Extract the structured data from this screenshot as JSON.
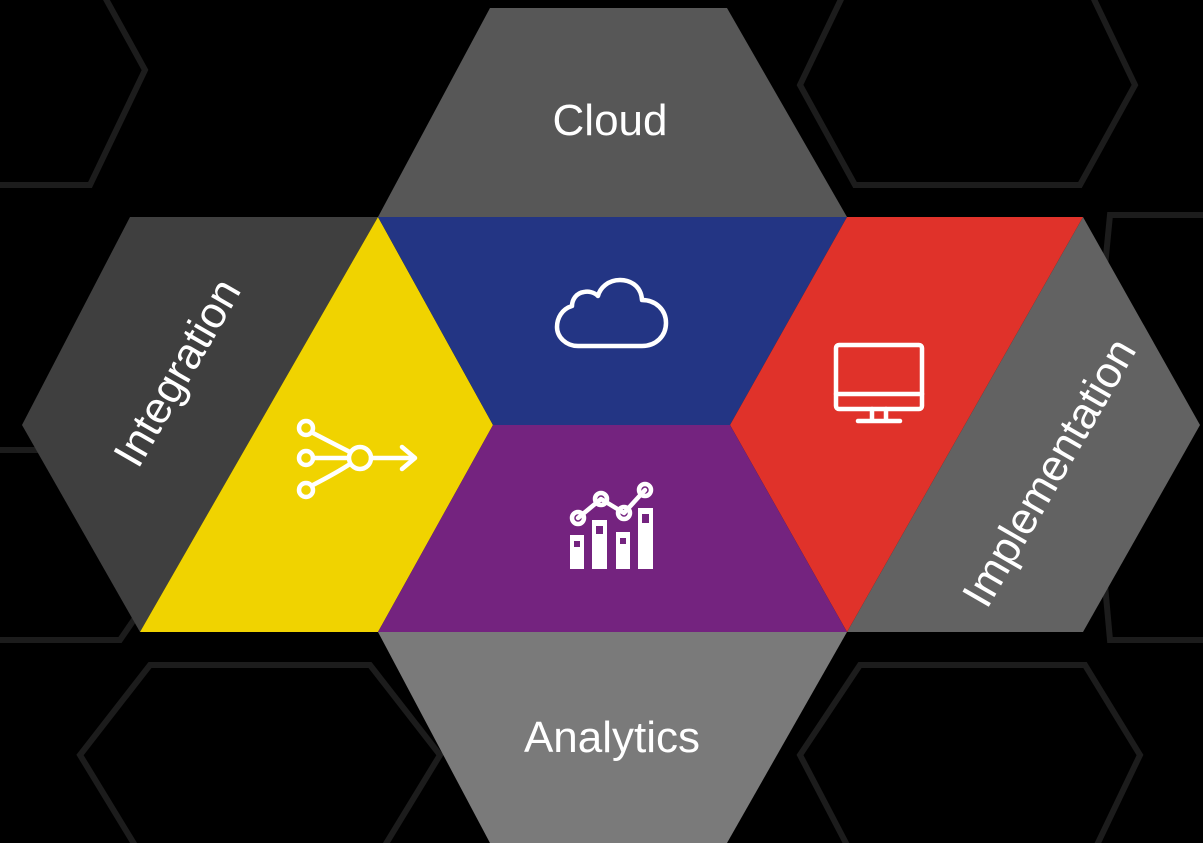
{
  "segments": {
    "cloud": {
      "label": "Cloud",
      "color": "#575757"
    },
    "integration": {
      "label": "Integration",
      "color": "#3f3f3f"
    },
    "implementation": {
      "label": "Implementation",
      "color": "#626262"
    },
    "analytics": {
      "label": "Analytics",
      "color": "#7a7a7a"
    }
  },
  "inner": {
    "yellow": "#f0d300",
    "blue": "#233584",
    "red": "#e0322a",
    "purple": "#74237f"
  },
  "icons": {
    "integration": "flow-merge-arrow-icon",
    "cloud": "cloud-icon",
    "implementation": "desktop-monitor-icon",
    "analytics": "bar-line-chart-icon"
  },
  "background": {
    "color": "#000000",
    "outline": "#1c1c1c"
  }
}
